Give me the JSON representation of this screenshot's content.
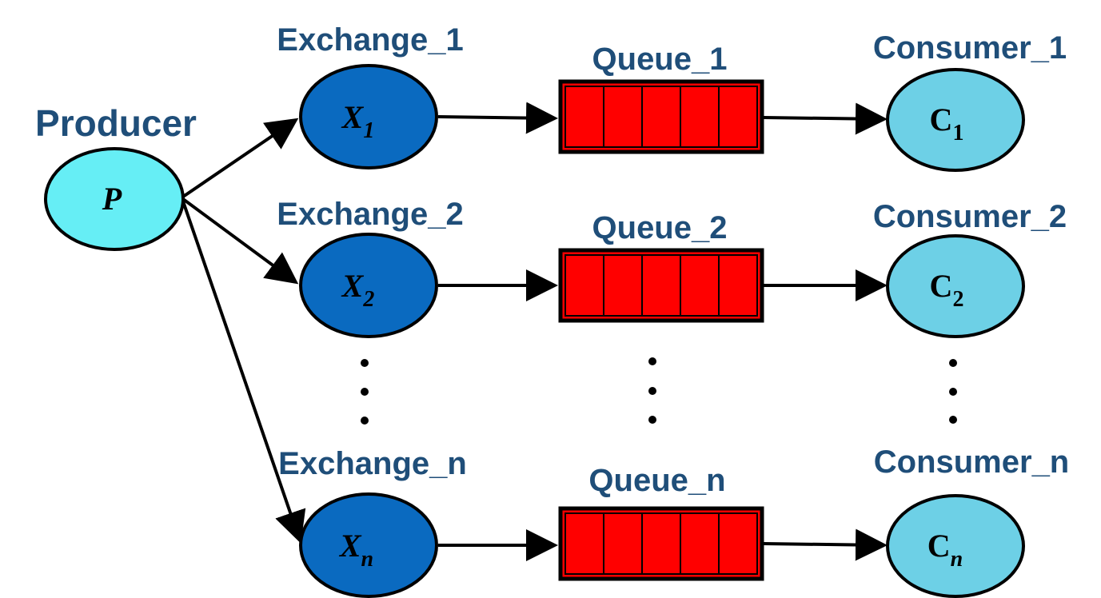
{
  "colors": {
    "producer_fill": "#66eef5",
    "exchange_fill": "#0a6ac0",
    "consumer_fill": "#6dd0e6",
    "queue_fill": "#ff0000",
    "label_color": "#1f4e79",
    "stroke": "#000000"
  },
  "producer": {
    "label": "Producer",
    "symbol": "P"
  },
  "exchanges": [
    {
      "label": "Exchange_1",
      "symbol": "X",
      "subscript": "1"
    },
    {
      "label": "Exchange_2",
      "symbol": "X",
      "subscript": "2"
    },
    {
      "label": "Exchange_n",
      "symbol": "X",
      "subscript": "n"
    }
  ],
  "queues": [
    {
      "label": "Queue_1",
      "slots": 5
    },
    {
      "label": "Queue_2",
      "slots": 5
    },
    {
      "label": "Queue_n",
      "slots": 5
    }
  ],
  "consumers": [
    {
      "label": "Consumer_1",
      "symbol": "C",
      "subscript": "1"
    },
    {
      "label": "Consumer_2",
      "symbol": "C",
      "subscript": "2"
    },
    {
      "label": "Consumer_n",
      "symbol": "C",
      "subscript": "n"
    }
  ]
}
